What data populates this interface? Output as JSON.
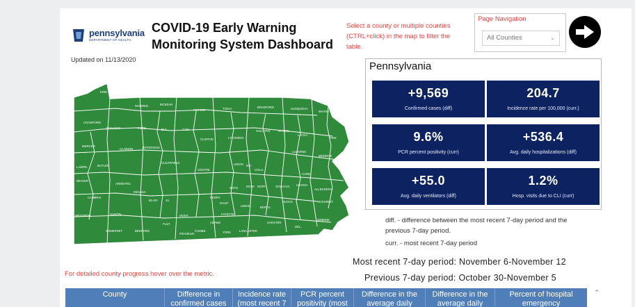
{
  "header": {
    "logo_name": "pennsylvania",
    "logo_sub": "DEPARTMENT OF HEALTH",
    "updated": "Updated on 11/13/2020",
    "title_line1": "COVID-19 Early Warning",
    "title_line2": "Monitoring System Dashboard",
    "filter_hint": "Select a county or multiple counties (CTRL+click) in the map to filter the table."
  },
  "navigation": {
    "label": "Page Navigation",
    "selected": "All Counties",
    "arrow_icon": "arrow-right-icon"
  },
  "map": {
    "fill_color": "#2f8a3b",
    "border_color": "#ffffff",
    "counties": [
      "ERIE",
      "WARREN",
      "MCKEAN",
      "POTTER",
      "TIOGA",
      "BRADFORD",
      "SUSQUEHA.",
      "WAYNE",
      "CRAWFORD",
      "VENANGO",
      "FORE.",
      "ELK",
      "CAM.",
      "CLINTON",
      "LYCOMING",
      "SULLIVAN",
      "WYOMI.",
      "LACKA.",
      "PIKE",
      "MERCER",
      "CLARION",
      "JEFFERSON",
      "LUZERNE",
      "MONROE",
      "LAWRE.",
      "BUTLER",
      "CLEARFIELD",
      "CENTRE",
      "UNION",
      "MO.",
      "COLU.",
      "CARB.",
      "BEAVER",
      "ARMSTRO.",
      "INDIANA",
      "SNYD.",
      "NORT.",
      "NORT.",
      "SCHUYLK.",
      "LEHIGH",
      "ALLEGHENY",
      "CAMBRIA",
      "BLAIR",
      "JU.",
      "PERRY",
      "DAUP.",
      "LEBAN.",
      "BERKS",
      "BUCKS",
      "WASHINGT.",
      "WESTMOR.",
      "HUNTIN.",
      "MONT.",
      "FAYETTE",
      "SOMERSET",
      "BEDFORD",
      "FULT.",
      "FRANKLIN",
      "CUMBE.",
      "ADAMS",
      "YORK",
      "LANCASTER",
      "CHESTER",
      "DEL.",
      "GREENE"
    ]
  },
  "stats": {
    "title": "Pennsylvania",
    "tile_color": "#0d2361",
    "tiles": [
      {
        "value": "+9,569",
        "label": "Confirmed cases (diff)"
      },
      {
        "value": "204.7",
        "label": "Incidence rate per 100,000 (curr.)"
      },
      {
        "value": "9.6%",
        "label": "PCR percent positivity (curr)"
      },
      {
        "value": "+536.4",
        "label": "Avg. daily hospitalizations (diff)"
      },
      {
        "value": "+55.0",
        "label": "Avg. daily ventilators (diff)"
      },
      {
        "value": "1.2%",
        "label": "Hosp. visits due to CLI (curr)"
      }
    ]
  },
  "legend": {
    "diff": "diff. - difference between the most recent 7-day period and the previous 7-day period.",
    "curr": "curr. - most recent 7-day period"
  },
  "hover_hint": "For detailed county progress hover over the metric.",
  "periods": {
    "recent": "Most recent 7-day period: November 6-November 12",
    "previous": "Previous 7-day period: October 30-November 5"
  },
  "table": {
    "header_color": "#4f7eb8",
    "columns": [
      "County",
      "Difference in confirmed cases",
      "Incidence rate (most recent 7",
      "PCR percent positivity (most",
      "Difference in the average daily",
      "Difference in the average daily",
      "Percent of hospital emergency"
    ]
  }
}
